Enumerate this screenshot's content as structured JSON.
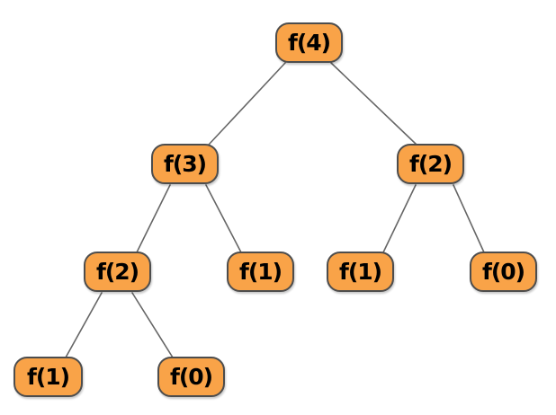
{
  "diagram": {
    "type": "recursion-tree",
    "function_name": "f",
    "nodes": [
      {
        "id": "n0",
        "label": "f(4)",
        "level": 0
      },
      {
        "id": "n1",
        "label": "f(3)",
        "level": 1
      },
      {
        "id": "n2",
        "label": "f(2)",
        "level": 1
      },
      {
        "id": "n3",
        "label": "f(2)",
        "level": 2
      },
      {
        "id": "n4",
        "label": "f(1)",
        "level": 2
      },
      {
        "id": "n5",
        "label": "f(1)",
        "level": 2
      },
      {
        "id": "n6",
        "label": "f(0)",
        "level": 2
      },
      {
        "id": "n7",
        "label": "f(1)",
        "level": 3
      },
      {
        "id": "n8",
        "label": "f(0)",
        "level": 3
      }
    ],
    "edges": [
      {
        "from": "n0",
        "to": "n1"
      },
      {
        "from": "n0",
        "to": "n2"
      },
      {
        "from": "n1",
        "to": "n3"
      },
      {
        "from": "n1",
        "to": "n4"
      },
      {
        "from": "n2",
        "to": "n5"
      },
      {
        "from": "n2",
        "to": "n6"
      },
      {
        "from": "n3",
        "to": "n7"
      },
      {
        "from": "n3",
        "to": "n8"
      }
    ]
  },
  "colors": {
    "fill": "#F9A348",
    "border": "#4D4D4D",
    "edge": "#666666",
    "text": "#000000",
    "bg": "#FFFFFF"
  }
}
